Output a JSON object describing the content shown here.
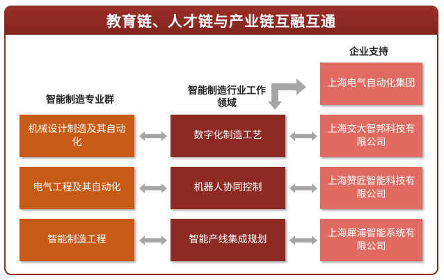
{
  "title": "教育链、人才链与产业链互融互通",
  "headings": {
    "left": "智能制造专业群",
    "middle": "智能制造行业工作领域",
    "right": "企业支持"
  },
  "left_boxes": [
    "机械设计制造及其自动化",
    "电气工程及其自动化",
    "智能制造工程"
  ],
  "middle_boxes": [
    "数字化制造工艺",
    "机器人协同控制",
    "智能产线集成规划"
  ],
  "right_boxes": [
    "上海电气自动化集团",
    "上海交大智邦科技有限公司",
    "上海赞匠智能科技有限公司",
    "上海犀浦智能系统有限公司"
  ],
  "colors": {
    "title_bar": "#8e2a24",
    "left": "#c65a17",
    "middle": "#8e2a24",
    "right": "#e06b62",
    "arrow": "#a6a6a6"
  }
}
